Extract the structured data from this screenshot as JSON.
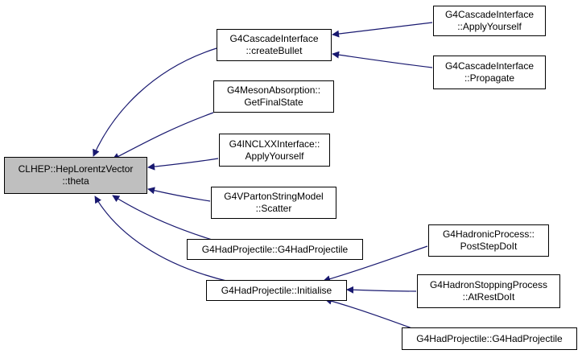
{
  "colors": {
    "edge": "#191970",
    "root_fill": "#bfbfbf",
    "node_fill": "#ffffff",
    "border": "#000000"
  },
  "nodes": {
    "root": {
      "line1": "CLHEP::HepLorentzVector",
      "line2": "::theta"
    },
    "cascade_create_bullet": {
      "line1": "G4CascadeInterface",
      "line2": "::createBullet"
    },
    "cascade_apply_yourself": {
      "line1": "G4CascadeInterface",
      "line2": "::ApplyYourself"
    },
    "cascade_propagate": {
      "line1": "G4CascadeInterface",
      "line2": "::Propagate"
    },
    "meson_absorption": {
      "line1": "G4MesonAbsorption::",
      "line2": "GetFinalState"
    },
    "inclxx_interface": {
      "line1": "G4INCLXXInterface::",
      "line2": "ApplyYourself"
    },
    "parton_string_model": {
      "line1": "G4VPartonStringModel",
      "line2": "::Scatter"
    },
    "had_projectile_ctor_1": {
      "line1": "G4HadProjectile::G4HadProjectile"
    },
    "had_projectile_initialise": {
      "line1": "G4HadProjectile::Initialise"
    },
    "hadronic_process": {
      "line1": "G4HadronicProcess::",
      "line2": "PostStepDoIt"
    },
    "hadron_stopping": {
      "line1": "G4HadronStoppingProcess",
      "line2": "::AtRestDoIt"
    },
    "had_projectile_ctor_2": {
      "line1": "G4HadProjectile::G4HadProjectile"
    }
  }
}
